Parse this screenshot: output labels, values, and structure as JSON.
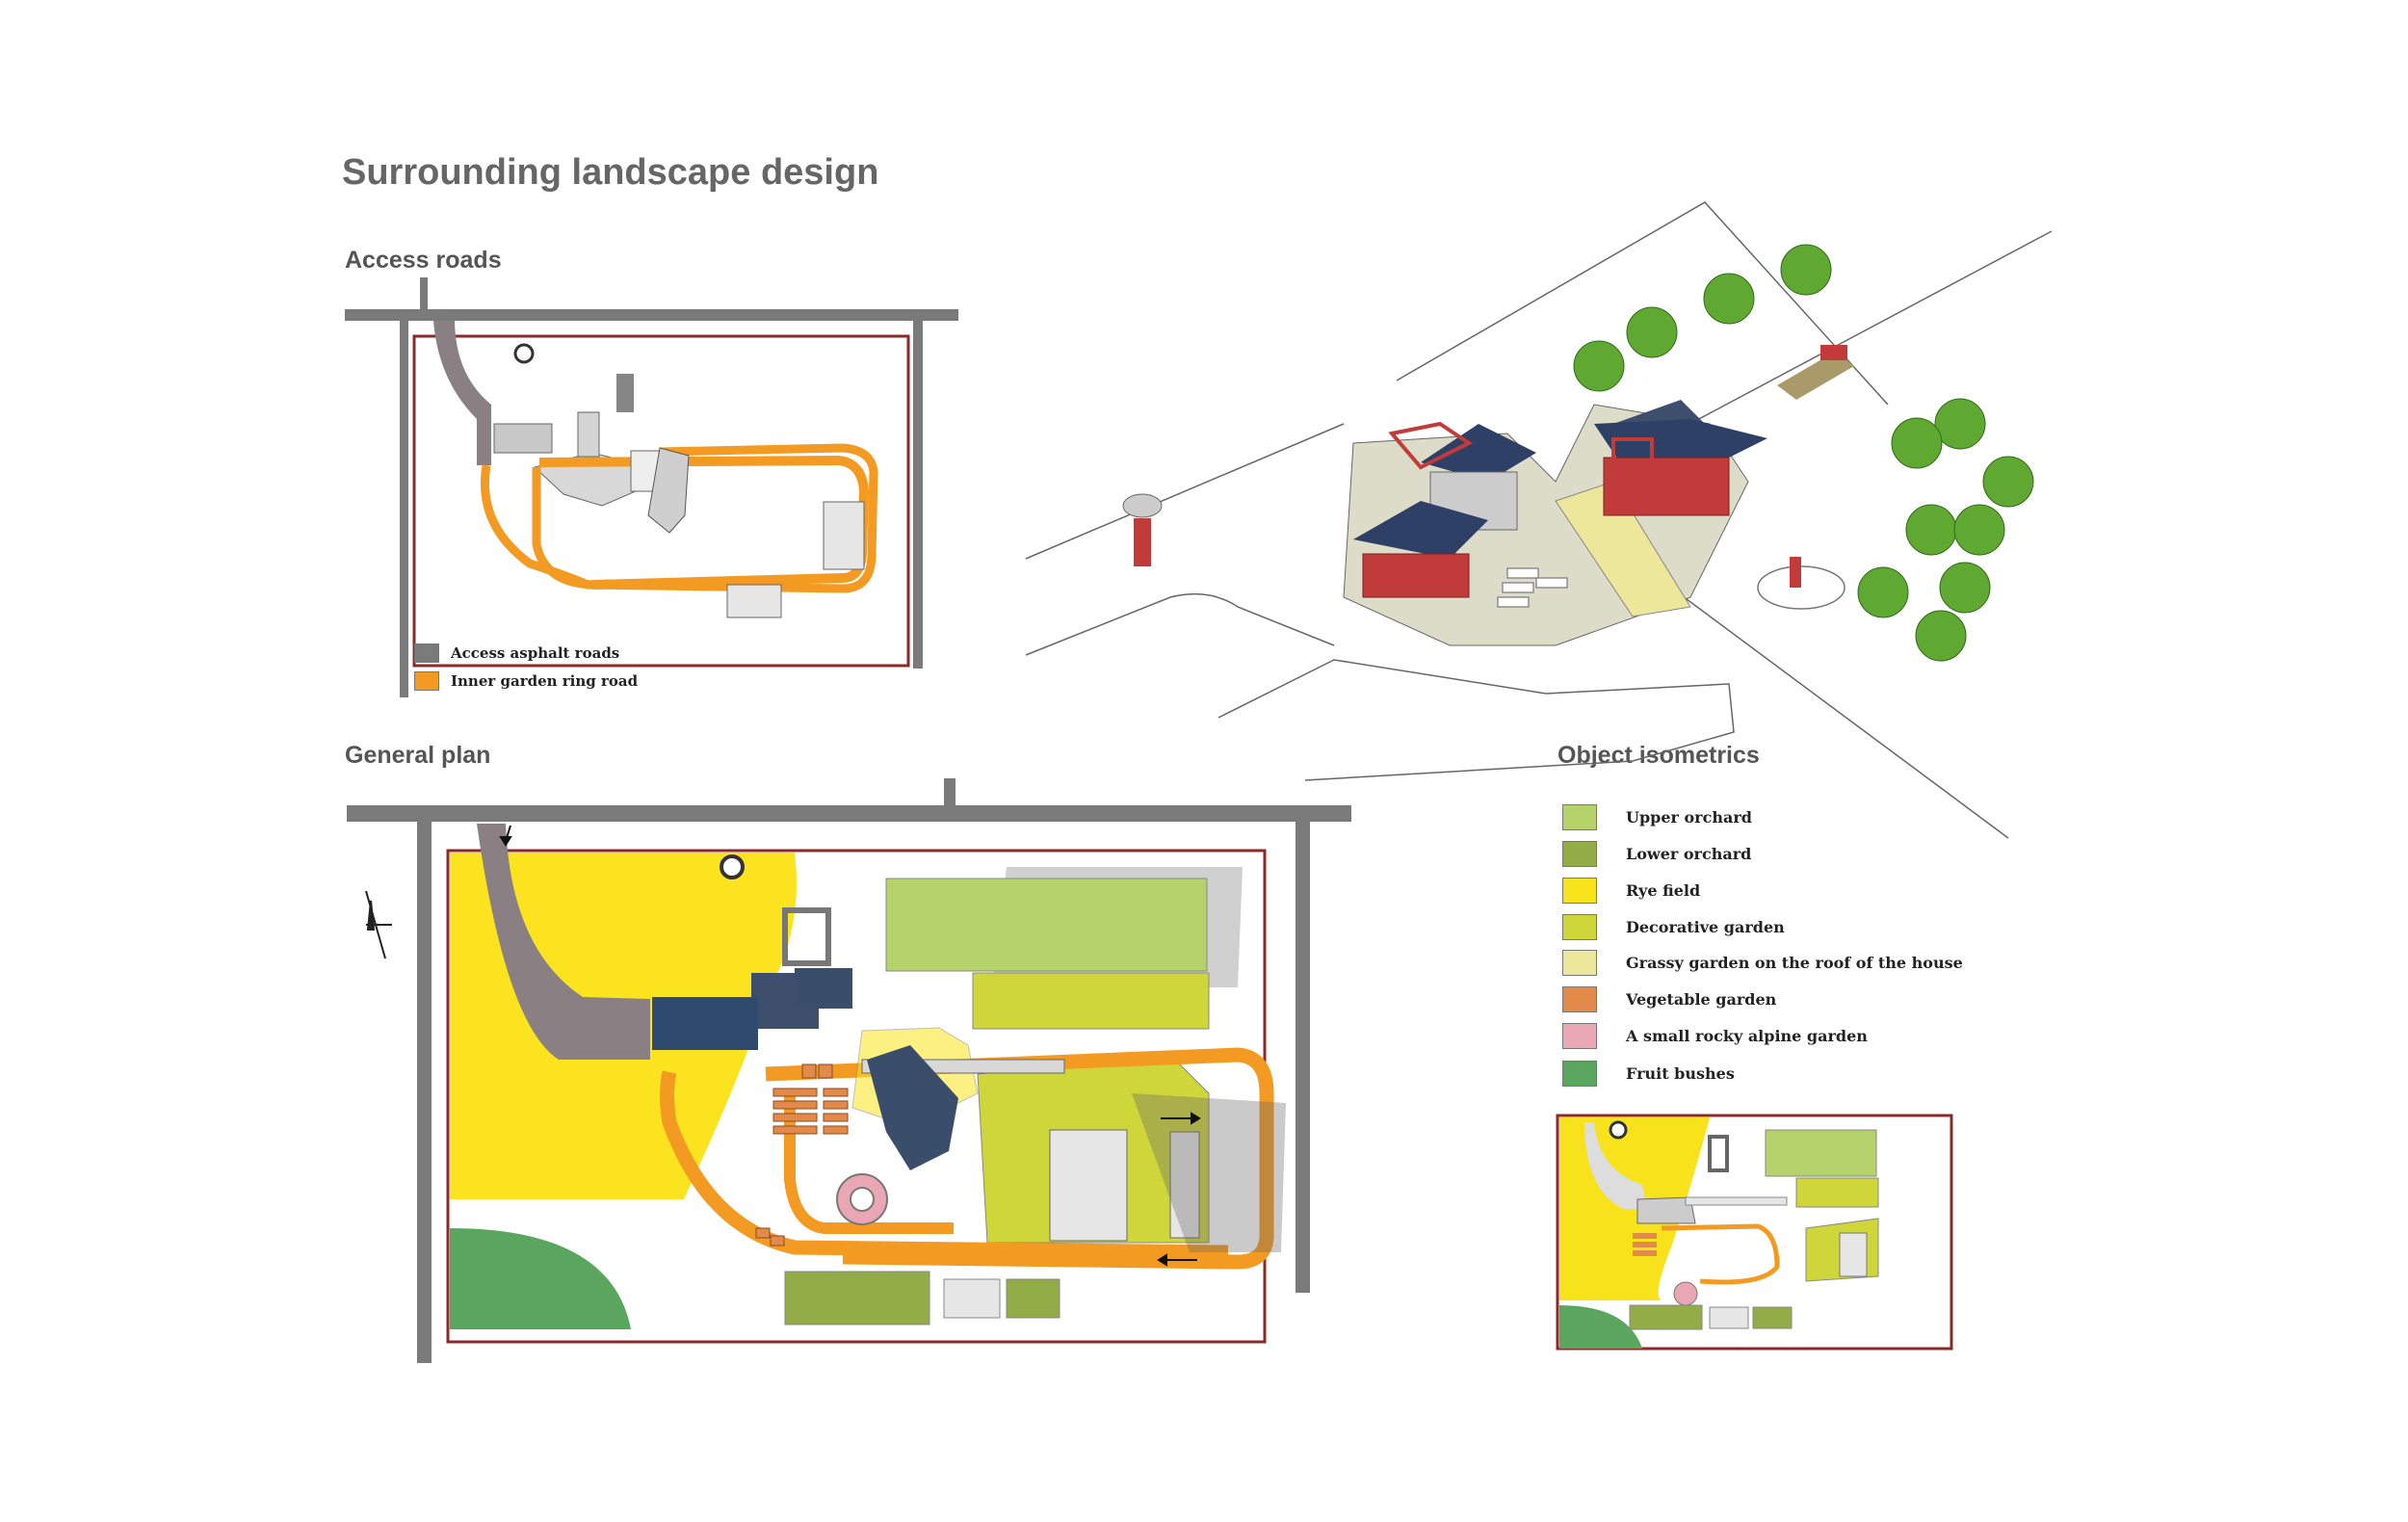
{
  "title": "Surrounding landscape design",
  "sections": {
    "access_roads": "Access roads",
    "general_plan": "General plan",
    "object_isometrics": "Object isometrics"
  },
  "access_legend": [
    {
      "label": "Access asphalt roads",
      "color": "#7a7a7a"
    },
    {
      "label": "Inner garden ring road",
      "color": "#f39a22"
    }
  ],
  "object_legend": [
    {
      "label": "Upper orchard",
      "color": "#b5d36a"
    },
    {
      "label": "Lower orchard",
      "color": "#92ad48"
    },
    {
      "label": "Rye field",
      "color": "#f8e21c"
    },
    {
      "label": "Decorative garden",
      "color": "#cfd63a"
    },
    {
      "label": "Grassy garden on the roof of the house",
      "color": "#ece79a"
    },
    {
      "label": "Vegetable garden",
      "color": "#e28a4a"
    },
    {
      "label": "A small rocky alpine garden",
      "color": "#e9a7b3"
    },
    {
      "label": "Fruit bushes",
      "color": "#5aa65f"
    }
  ],
  "colors": {
    "road": "#8a8084",
    "ring_road": "#f39a22",
    "boundary": "#8c2a2a",
    "roof": "#3e4f6e",
    "rail": "#c23b3b"
  }
}
